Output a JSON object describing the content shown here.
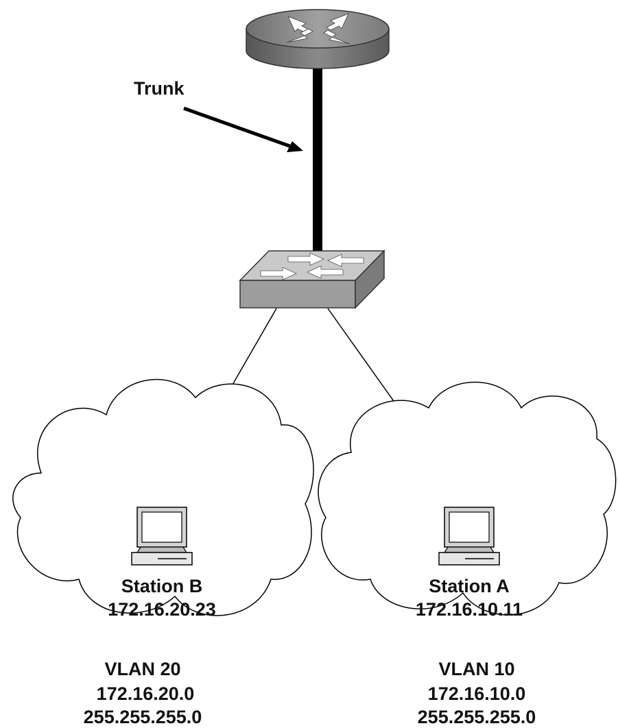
{
  "trunk_label": "Trunk",
  "station_b": {
    "name": "Station B",
    "ip": "172.16.20.23"
  },
  "station_a": {
    "name": "Station A",
    "ip": "172.16.10.11"
  },
  "vlan_20": {
    "name": "VLAN 20",
    "network": "172.16.20.0",
    "mask": "255.255.255.0"
  },
  "vlan_10": {
    "name": "VLAN 10",
    "network": "172.16.10.0",
    "mask": "255.255.255.0"
  }
}
